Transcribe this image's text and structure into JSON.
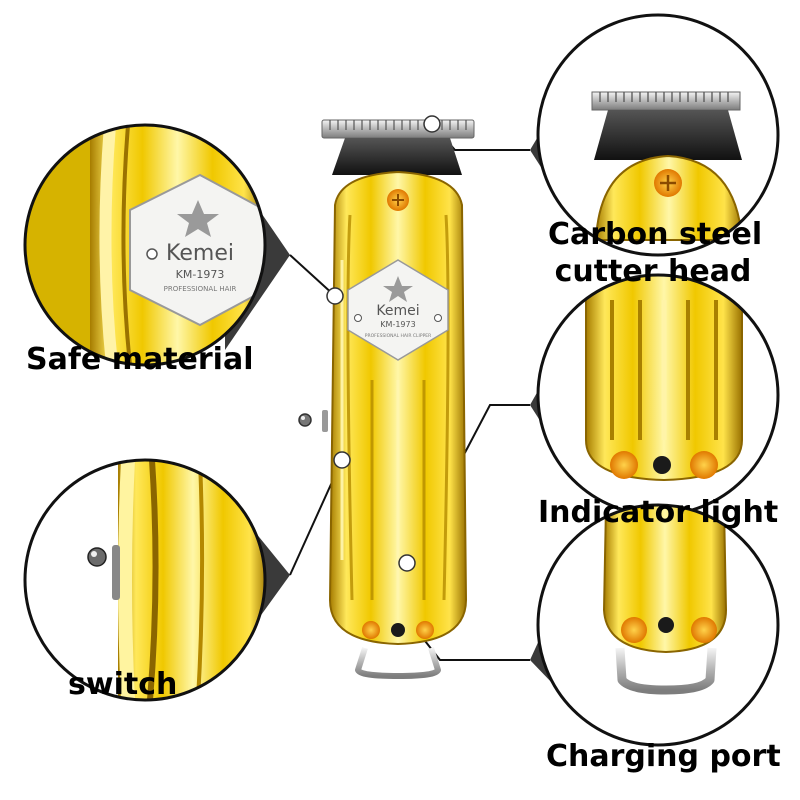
{
  "product": {
    "brand": "Kemei",
    "model": "KM-1973",
    "subtitle": "PROFESSIONAL HAIR CLIPPER",
    "subtitle_short": "PROFESSIONAL HAIR",
    "colors": {
      "gold": "#f2d21b",
      "gold_dark": "#b28a00",
      "gold_light": "#fff6a0",
      "steel": "#c8c8c8",
      "black": "#1a1a1a"
    }
  },
  "callouts": {
    "cutter_head_line1": "Carbon steel",
    "cutter_head_line2": "cutter head",
    "safe_material": "Safe material",
    "indicator_light": "Indicator light",
    "switch": "switch",
    "charging_port": "Charging port"
  }
}
